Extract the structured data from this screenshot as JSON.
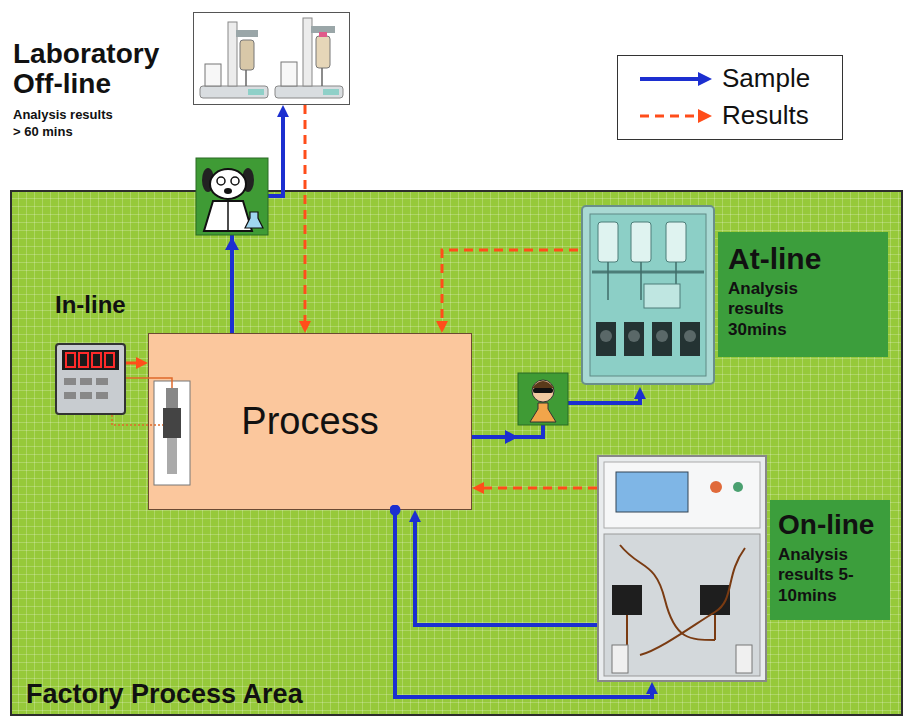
{
  "diagram": {
    "nodes": [
      {
        "text": [
          "Laboratory Off-line",
          "Analysis results > 60 mins"
        ]
      },
      {
        "text": [
          "Factory Process Area"
        ]
      },
      {
        "text": [
          "At-line",
          "Analysis results 30mins"
        ],
        "in": 1
      },
      {
        "text": [
          "In-line"
        ],
        "in": 1
      },
      {
        "text": [
          "Process"
        ],
        "in": 1
      },
      {
        "text": [
          "On-line",
          "Analysis results 5- 10mins"
        ],
        "in": 1
      }
    ],
    "edges": [
      {
        "from": 4,
        "to": 0,
        "arrow": "to"
      },
      {
        "from": 0,
        "to": 4,
        "arrow": "to"
      },
      {
        "from": 4,
        "to": 2,
        "arrow": "to"
      },
      {
        "from": 2,
        "to": 4,
        "arrow": "to"
      },
      {
        "from": 3,
        "to": 4,
        "arrow": "to"
      },
      {
        "from": 4,
        "to": 5,
        "arrow": "to"
      },
      {
        "from": 5,
        "to": 4,
        "arrow": "to"
      },
      {
        "from": 5,
        "to": 4,
        "arrow": "to"
      }
    ],
    "legend": [
      {
        "text": "Sample"
      },
      {
        "text": "Results"
      }
    ]
  }
}
